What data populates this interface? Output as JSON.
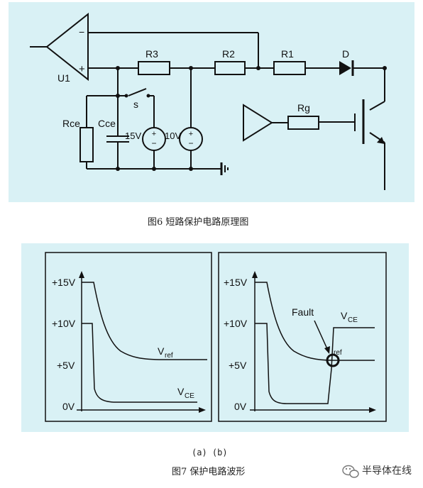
{
  "figure6": {
    "caption": "图6  短路保护电路原理图",
    "background": "#d9f1f5",
    "labels": {
      "u1": "U1",
      "minus": "−",
      "plus": "+",
      "r3": "R3",
      "r2": "R2",
      "r1": "R1",
      "d": "D",
      "s": "s",
      "rce": "Rce",
      "cce": "Cce",
      "v15": "15V",
      "v10": "10V",
      "rg": "Rg",
      "src_plus": "+",
      "src_minus": "−"
    }
  },
  "figure7": {
    "caption": "图7 保护电路波形",
    "sublabels": "(a)  (b)",
    "background": "#d9f1f5",
    "y_ticks": [
      "+15V",
      "+10V",
      "+5V",
      "0V"
    ],
    "panel_a": {
      "vref_label": "V",
      "vref_sub": "ref",
      "vce_label": "V",
      "vce_sub": "CE"
    },
    "panel_b": {
      "fault_label": "Fault",
      "vce_label": "V",
      "vce_sub": "CE",
      "vref_sub": "ref"
    }
  },
  "watermark": {
    "icon": "wechat-icon",
    "text": "半导体在线"
  }
}
